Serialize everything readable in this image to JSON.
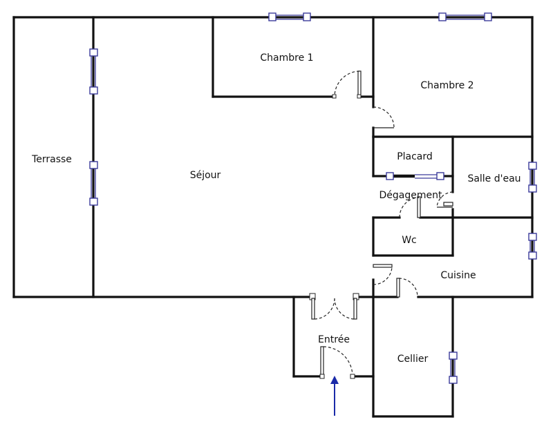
{
  "rooms": {
    "chambre_1": "Chambre 1",
    "chambre_2": "Chambre 2",
    "terrasse": "Terrasse",
    "sejour": "Séjour",
    "placard": "Placard",
    "salle_eau": "Salle d'eau",
    "degagement": "Dégagement",
    "wc": "Wc",
    "cuisine": "Cuisine",
    "entree": "Entrée",
    "cellier": "Cellier"
  },
  "colors": {
    "walls": "#111111",
    "windows": "#3a3a9a",
    "entrance_arrow": "#1a2aa8"
  }
}
